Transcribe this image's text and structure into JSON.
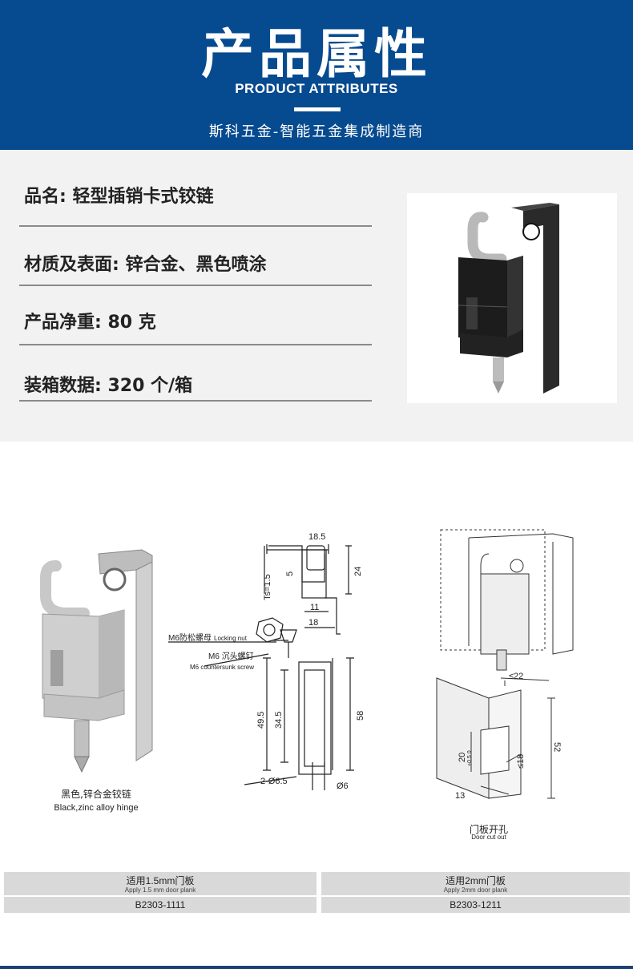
{
  "header": {
    "title": "产品属性",
    "subtitle_en": "PRODUCT ATTRIBUTES",
    "slogan": "斯科五金-智能五金集成制造商"
  },
  "attributes": [
    {
      "label": "品名: 轻型插销卡式铰链"
    },
    {
      "label": "材质及表面: 锌合金、黑色喷涂"
    },
    {
      "label": "产品净重: 80 克"
    },
    {
      "label": "装箱数据: 320 个/箱"
    }
  ],
  "diagram": {
    "hinge_caption_cn": "黑色,锌合金铰链",
    "hinge_caption_en": "Black,zinc alloy hinge",
    "dim_top": "18.5",
    "dim_ts": "Ts=1.5",
    "dim_5": "5",
    "dim_24": "24",
    "dim_11": "11",
    "dim_18": "18",
    "nut_cn": "M6防松螺母",
    "nut_en": "Locking nut",
    "screw_cn": "M6 沉头螺钉",
    "screw_en": "M6 countersunk screw",
    "dim_495": "49.5",
    "dim_345": "34.5",
    "dim_58": "58",
    "dim_holes": "2-Ø6.5",
    "dim_pin": "Ø6",
    "dim_22": "≤22",
    "dim_52": "52",
    "dim_20": "20",
    "dim_20_tol": "+0.5\n0",
    "dim_le18": "≤18",
    "dim_13": "13",
    "cutout_cn": "门板开孔",
    "cutout_en": "Door cut out"
  },
  "specs": [
    {
      "cn": "适用1.5mm门板",
      "en": "Apply 1.5 mm door plank",
      "code": "B2303-1111"
    },
    {
      "cn": "适用2mm门板",
      "en": "Apply 2mm door plank",
      "code": "B2303-1211"
    }
  ],
  "colors": {
    "header_bg": "#064a8f",
    "panel_bg": "#f2f2f2",
    "spec_bg": "#d9d9d9"
  }
}
